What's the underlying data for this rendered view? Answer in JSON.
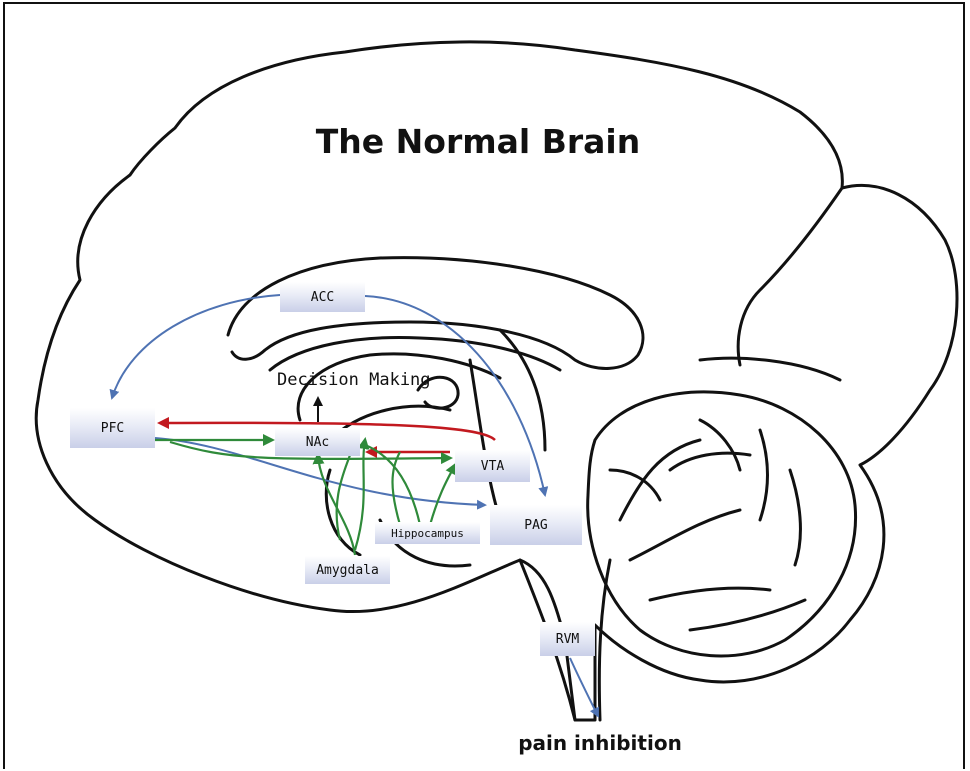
{
  "title": "The Normal Brain",
  "caption": "pain inhibition",
  "annotation": "Decision Making",
  "regions": {
    "acc": "ACC",
    "pfc": "PFC",
    "nac": "NAc",
    "vta": "VTA",
    "pag": "PAG",
    "hippocampus": "Hippocampus",
    "amygdala": "Amygdala",
    "rvm": "RVM"
  },
  "colors": {
    "blue_pathway": "#4f73b3",
    "red_pathway": "#c2191f",
    "green_pathway": "#2f8a3a",
    "outline": "#111111"
  }
}
